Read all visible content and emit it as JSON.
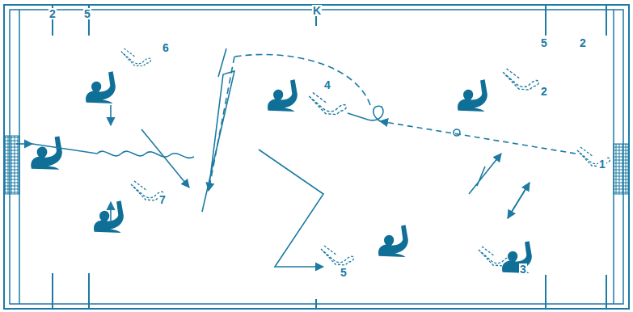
{
  "diagram": {
    "labels": [
      "2",
      "5",
      "K",
      "5",
      "2",
      "6",
      "4",
      "2",
      "1",
      "3",
      "5",
      "7"
    ]
  }
}
